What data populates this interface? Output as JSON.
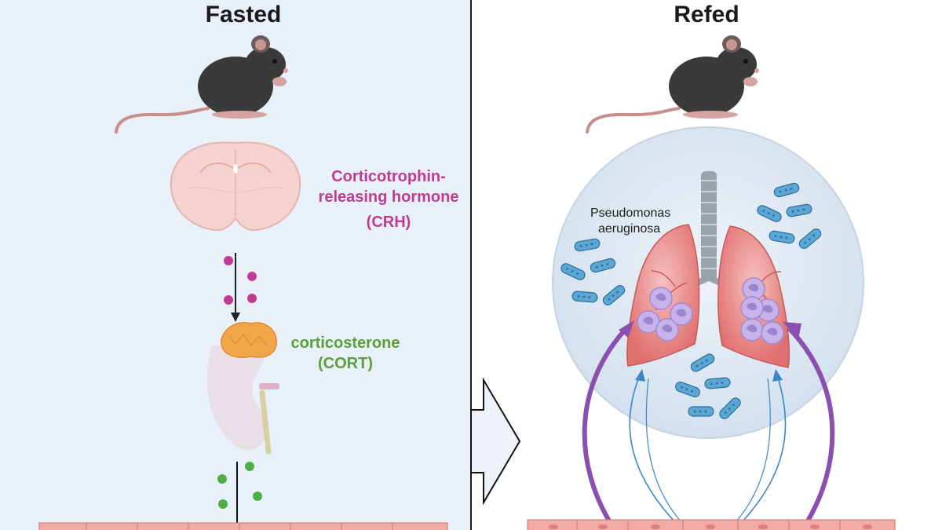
{
  "panels": {
    "left": {
      "title": "Fasted"
    },
    "right": {
      "title": "Refed"
    }
  },
  "labels": {
    "crh_line1": "Corticotrophin-",
    "crh_line2": "releasing hormone",
    "crh_abbr": "(CRH)",
    "cort_line1": "corticosterone",
    "cort_line2": "(CORT)",
    "bacteria_line1": "Pseudomonas",
    "bacteria_line2": "aeruginosa"
  },
  "colors": {
    "left_panel_bg": "#e8f0f9",
    "crh": "#c13c91",
    "cort": "#5b9e3a",
    "mouse": "#3b3a3a",
    "lung": "#e0706f",
    "bacteria": "#5aa7d6",
    "immune_cell": "#b9a2e0",
    "purple_arrow": "#8b4fb0",
    "blue_arrow": "#3a86c6",
    "epithelium": "#f1aaa6"
  },
  "icons": [
    "mouse-icon",
    "brain-section-icon",
    "adrenal-kidney-icon",
    "lungs-icon",
    "bacterium-icon",
    "immune-cell-icon",
    "epithelium-icon"
  ]
}
